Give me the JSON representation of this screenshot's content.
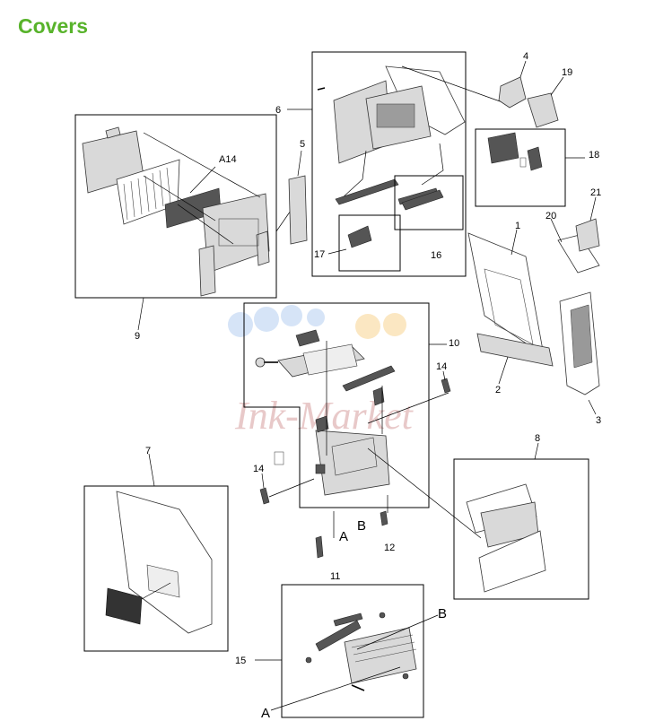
{
  "page": {
    "title": "Covers",
    "watermark": "Ink-Market"
  },
  "callouts": {
    "c1": "1",
    "c2": "2",
    "c3": "3",
    "c4": "4",
    "c5": "5",
    "c6": "6",
    "c7": "7",
    "c8": "8",
    "c9": "9",
    "c10": "10",
    "c11": "11",
    "c12": "12",
    "c14a": "14",
    "c14b": "14",
    "c15": "15",
    "c16": "16",
    "c17": "17",
    "c18": "18",
    "c19": "19",
    "c20": "20",
    "c21": "21",
    "a14": "A14",
    "a1": "A",
    "a2": "A",
    "b1": "B",
    "b2": "B"
  }
}
